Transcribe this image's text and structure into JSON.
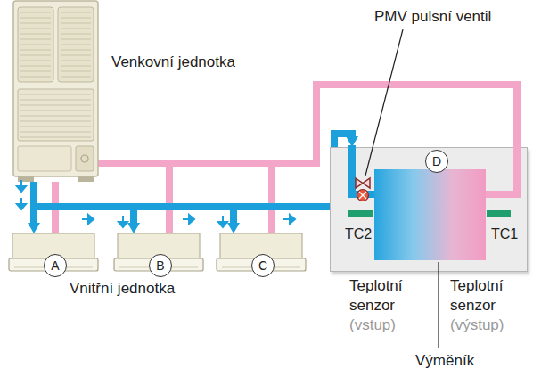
{
  "diagram": {
    "nodes": [
      {
        "text": [
          "Venkovní jednotka"
        ]
      },
      {
        "text": [
          "A"
        ]
      },
      {
        "text": [
          "B"
        ]
      },
      {
        "text": [
          "C"
        ]
      },
      {
        "text": [
          "D",
          "TC2",
          "TC1"
        ]
      }
    ],
    "edges": [
      {
        "from": 0,
        "to": 1,
        "arrow": "to"
      },
      {
        "from": 0,
        "to": 2,
        "arrow": "to"
      },
      {
        "from": 0,
        "to": 3,
        "arrow": "to"
      },
      {
        "from": 0,
        "to": 4,
        "arrow": "to"
      }
    ],
    "labels": [
      "PMV pulsní ventil",
      "Vnitřní jednotka",
      "Teplotní senzor",
      "(vstup)",
      "Teplotní senzor",
      "(výstup)",
      "Výměník"
    ]
  }
}
